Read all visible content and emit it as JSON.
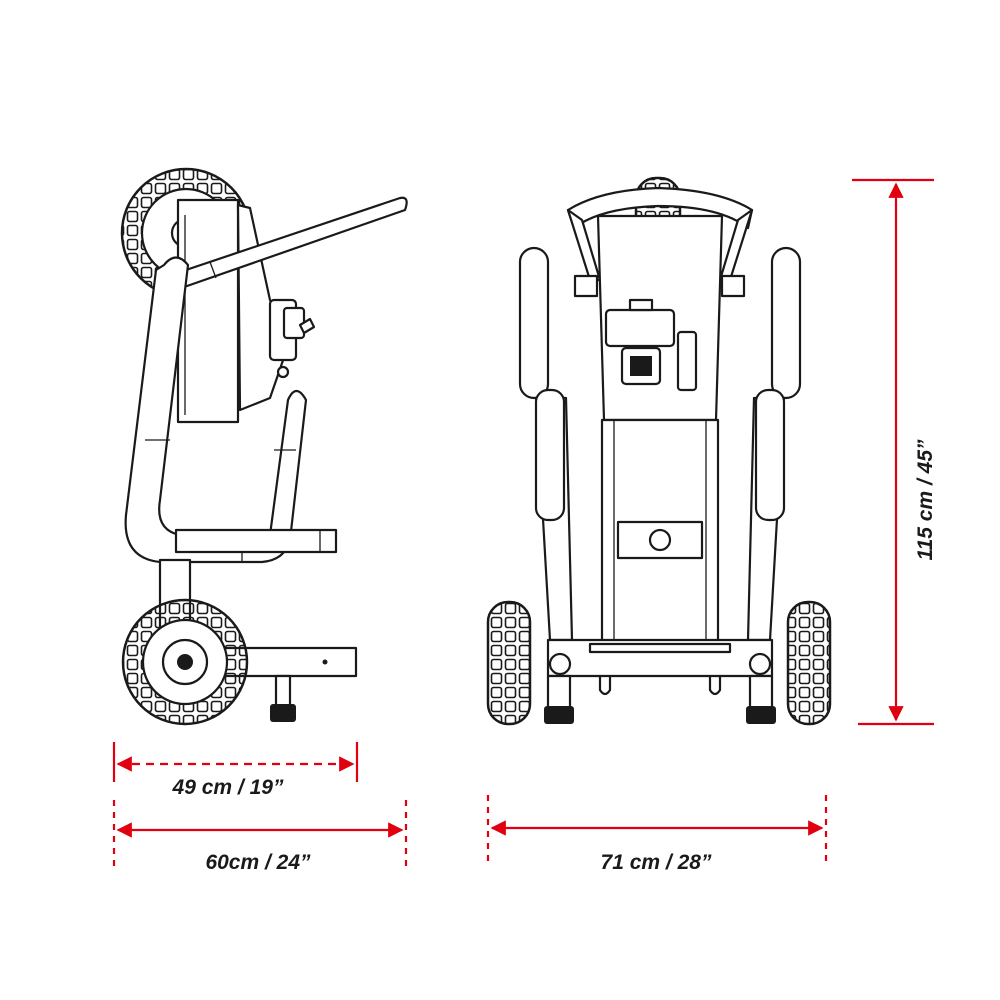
{
  "colors": {
    "dimension_line": "#e0000f",
    "ink": "#1a1a1a",
    "background": "#ffffff"
  },
  "dimensions": {
    "side_depth": "49 cm / 19”",
    "side_overall": "60cm / 24”",
    "front_width": "71 cm / 28”",
    "height": "115 cm / 45”"
  },
  "icons": {
    "side_view": "machine-side-view-drawing",
    "front_view": "machine-front-view-drawing"
  }
}
